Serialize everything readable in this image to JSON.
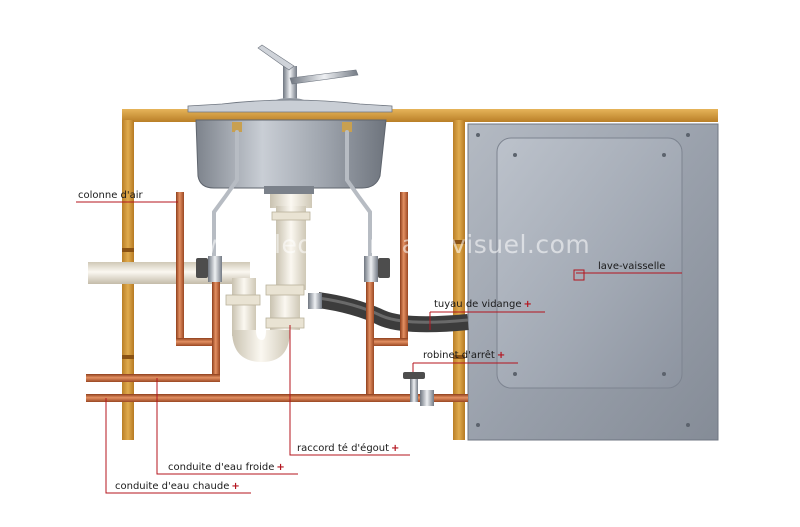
{
  "watermark": "www.ledictionnairevisuel.com",
  "colors": {
    "leader": "#b4141e",
    "copper": "#c76a3a",
    "wood": "#d29a3c",
    "steel": "#a9afb7",
    "pvc": "#f1ece0",
    "drain_hose": "#3f3f3f",
    "dishwasher_panel": "#9aa2ae"
  },
  "labels": {
    "air_column": {
      "text": "colonne d'air",
      "plus": ""
    },
    "dishwasher": {
      "text": "lave-vaisselle",
      "plus": ""
    },
    "drain_hose": {
      "text": "tuyau de vidange",
      "plus": "+"
    },
    "shutoff_valve": {
      "text": "robinet d'arrêt",
      "plus": "+"
    },
    "sanitary_tee": {
      "text": "raccord té d'égout",
      "plus": "+"
    },
    "cold_water_line": {
      "text": "conduite d'eau froide",
      "plus": "+"
    },
    "hot_water_line": {
      "text": "conduite d'eau chaude",
      "plus": "+"
    }
  }
}
